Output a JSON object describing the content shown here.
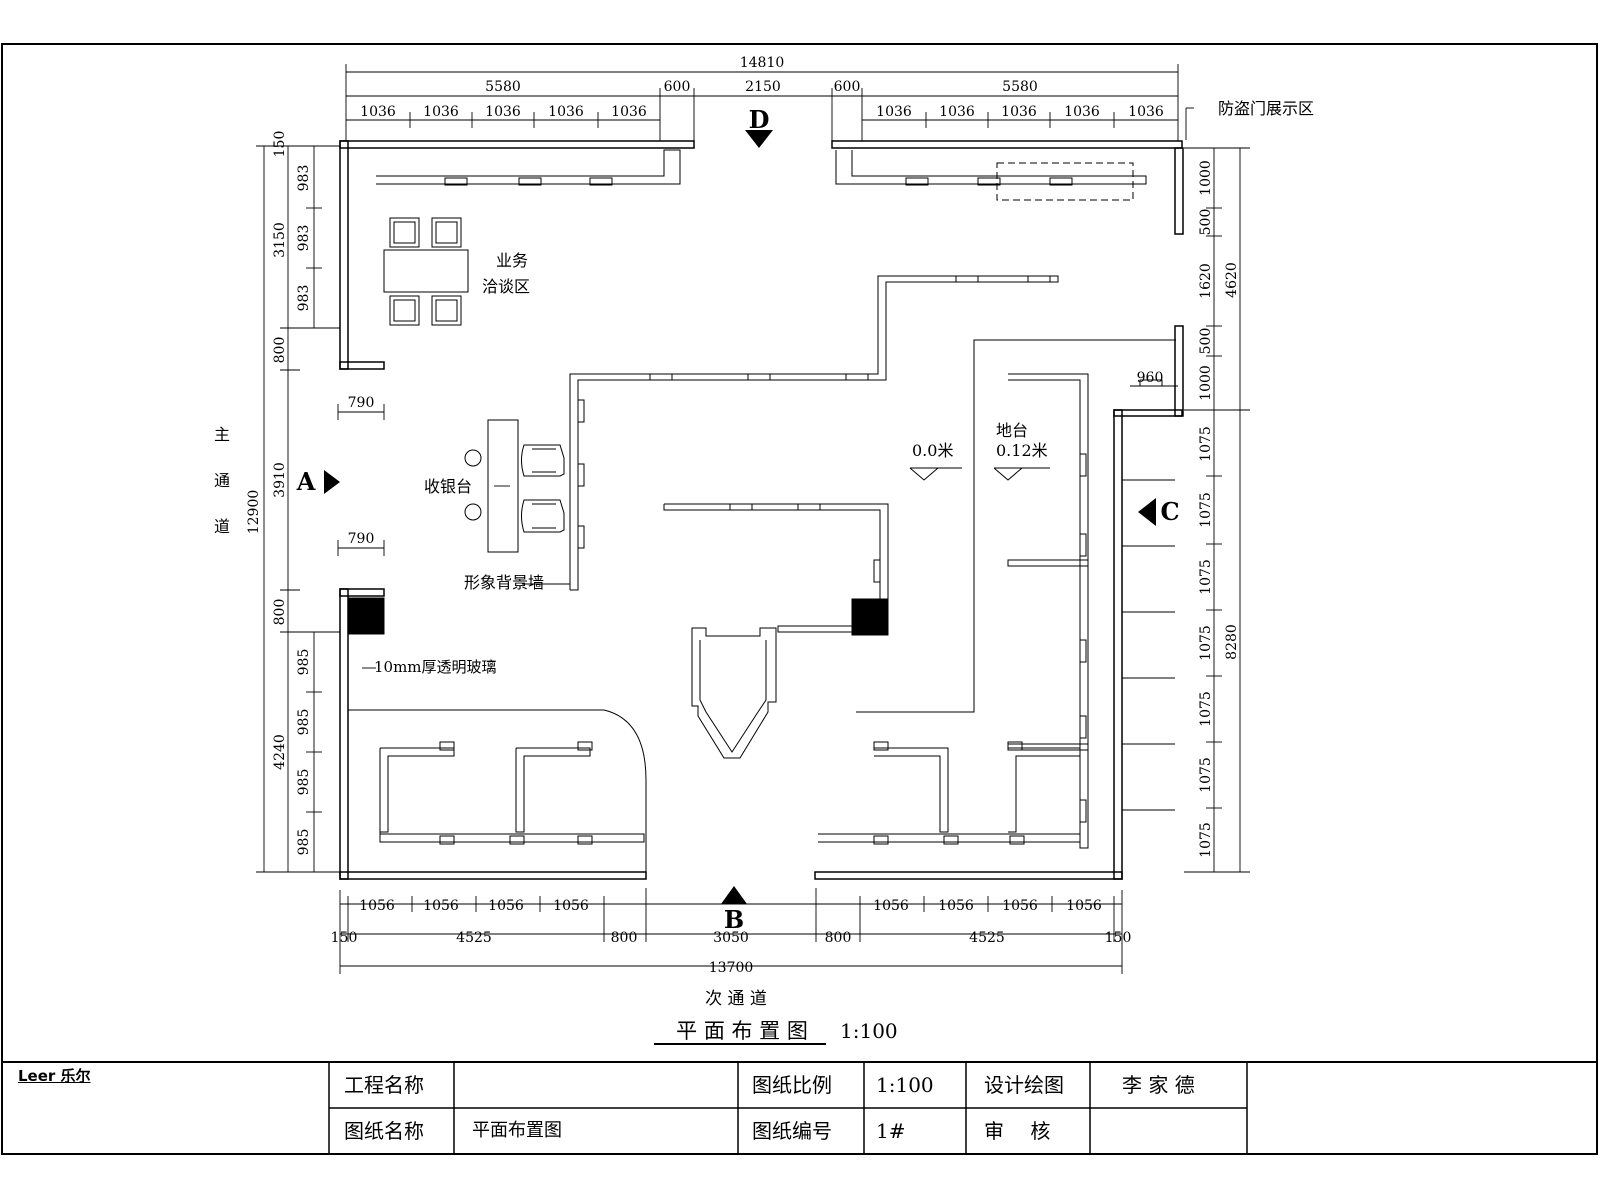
{
  "plan": {
    "dims_top": {
      "overall": "14810",
      "left_run": "5580",
      "right_run": "5580",
      "gap_left": "600",
      "door": "2150",
      "gap_right": "600",
      "modules": [
        "1036",
        "1036",
        "1036",
        "1036",
        "1036"
      ]
    },
    "dims_left": {
      "overall": "12900",
      "upper": "3150",
      "upper_modules": [
        "983",
        "983",
        "983"
      ],
      "upper_gap": "800",
      "middle": "3910",
      "lower_gap": "800",
      "lower": "4240",
      "lower_modules": [
        "985",
        "985",
        "985",
        "985"
      ],
      "offset_top": "150",
      "entry_depth_upper": "790",
      "entry_depth_lower": "790"
    },
    "dims_right": {
      "upper_total": "4620",
      "segments": [
        "1000",
        "500",
        "1620",
        "500",
        "1000"
      ],
      "lower_total": "8280",
      "lower_modules": [
        "1075",
        "1075",
        "1075",
        "1075",
        "1075",
        "1075",
        "1075"
      ],
      "notch": "960"
    },
    "dims_bottom": {
      "overall": "13700",
      "left_run": "4525",
      "right_run": "4525",
      "gap_left": "800",
      "door": "3050",
      "gap_right": "800",
      "end_left": "150",
      "end_right": "150",
      "modules": [
        "1056",
        "1056",
        "1056",
        "1056"
      ]
    },
    "labels": {
      "main_aisle": "主通道",
      "secondary_aisle": "次 通 道",
      "meeting_area": [
        "业务",
        "洽谈区"
      ],
      "cashier": "收银台",
      "image_wall": "形象背景墙",
      "glass": "10mm厚透明玻璃",
      "antitheft_area": "防盗门展示区",
      "platform": [
        "地台",
        "0.12米"
      ],
      "floor_level": "0.0米"
    },
    "markers": {
      "a": "A",
      "b": "B",
      "c": "C",
      "d": "D"
    },
    "title": "平 面 布 置 图",
    "scale": "1:100"
  },
  "title_block": {
    "brand": "Leer 乐尔",
    "project_label": "工程名称",
    "project_value": "",
    "drawing_label": "图纸名称",
    "drawing_value": "平面布置图",
    "scale_label": "图纸比例",
    "scale_value": "1:100",
    "number_label": "图纸编号",
    "number_value": "1#",
    "designer_label": "设计绘图",
    "designer_value": "李 家 德",
    "review_label": "审 核",
    "review_value": ""
  }
}
